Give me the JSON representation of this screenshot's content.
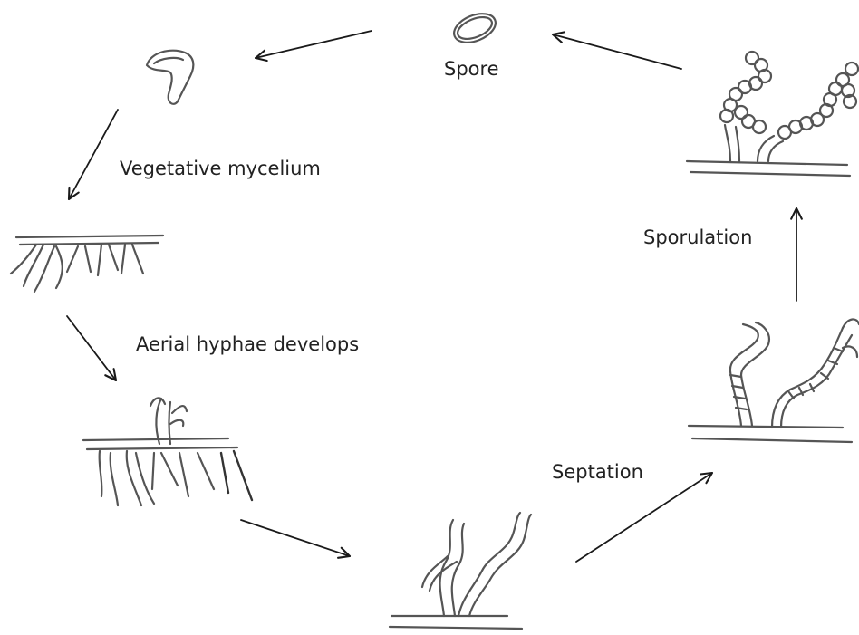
{
  "labels": {
    "spore": "Spore",
    "vegetative_mycelium": "Vegetative mycelium",
    "aerial_hyphae": "Aerial hyphae develops",
    "septation": "Septation",
    "sporulation": "Sporulation"
  },
  "colors": {
    "ink": "#555555",
    "arrow": "#1a1a1a",
    "text": "#222222",
    "background": "#ffffff"
  }
}
